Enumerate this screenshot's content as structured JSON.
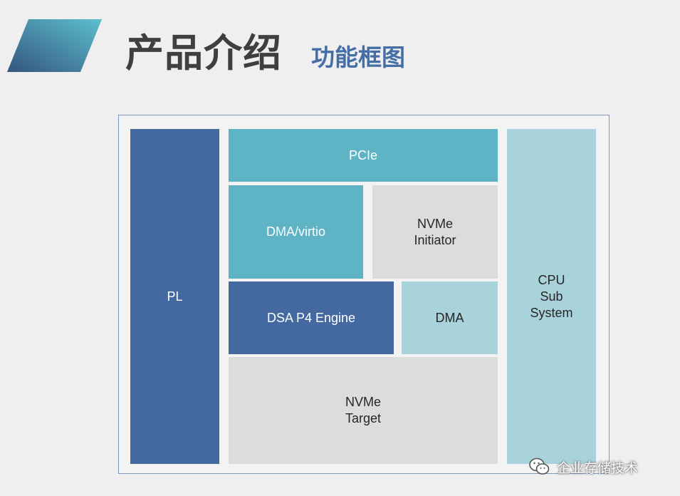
{
  "header": {
    "title": "产品介绍",
    "subtitle": "功能框图"
  },
  "diagram": {
    "blocks": {
      "pl": "PL",
      "pcie": "PCIe",
      "dma_virtio": "DMA/virtio",
      "nvme_initiator": "NVMe\nInitiator",
      "dsa_p4_engine": "DSA P4 Engine",
      "dma": "DMA",
      "nvme_target": "NVMe\nTarget",
      "cpu_sub_system": "CPU\nSub\nSystem"
    }
  },
  "watermark": {
    "text": "企业存储技术",
    "icon": "wechat-icon"
  },
  "colors": {
    "background": "#efefef",
    "accent_dark": "#3b5f8f",
    "accent_light": "#5bbccb",
    "title": "#3f3f3f",
    "subtitle": "#466ea6",
    "frame_border": "#7d97bd",
    "dark_blue": "#4469a1",
    "teal": "#5eb4c4",
    "light_teal": "#a9d3da",
    "gray": "#dcdcdc"
  }
}
